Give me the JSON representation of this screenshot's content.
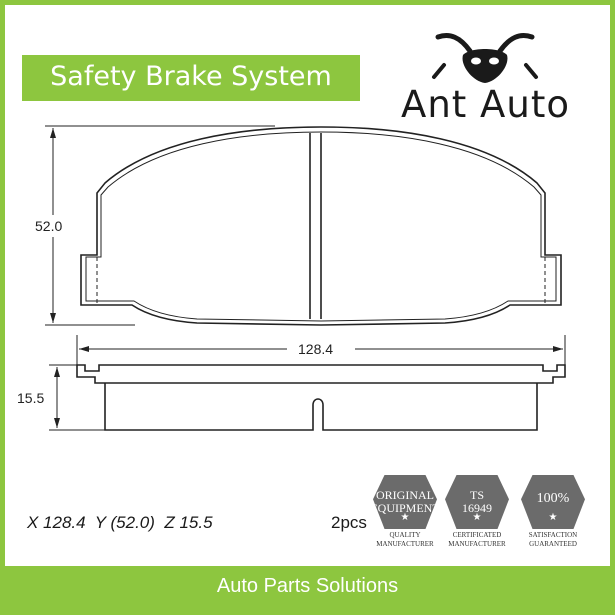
{
  "banner": {
    "title": "Safety Brake System"
  },
  "brand": {
    "name": "Ant Auto",
    "logo_icon": "ant-icon"
  },
  "dimensions": {
    "height_label": "52.0",
    "width_label": "128.4",
    "thickness_label": "15.5"
  },
  "spec": {
    "line": "X 128.4  Y (52.0)  Z 15.5",
    "quantity": "2pcs"
  },
  "certifications": [
    {
      "main": "ORIGINAL\nEQUIPMENT",
      "bottom": "QUALITY\nMANUFACTURER"
    },
    {
      "main": "TS\n16949",
      "bottom": "CERTIFICATED\nMANUFACTURER"
    },
    {
      "main": "100%",
      "bottom": "SATISFACTION\nGUARANTEED"
    }
  ],
  "footer": {
    "text": "Auto Parts Solutions"
  },
  "colors": {
    "accent": "#8dc63f",
    "badge": "#6b6b6b",
    "line": "#222222"
  }
}
